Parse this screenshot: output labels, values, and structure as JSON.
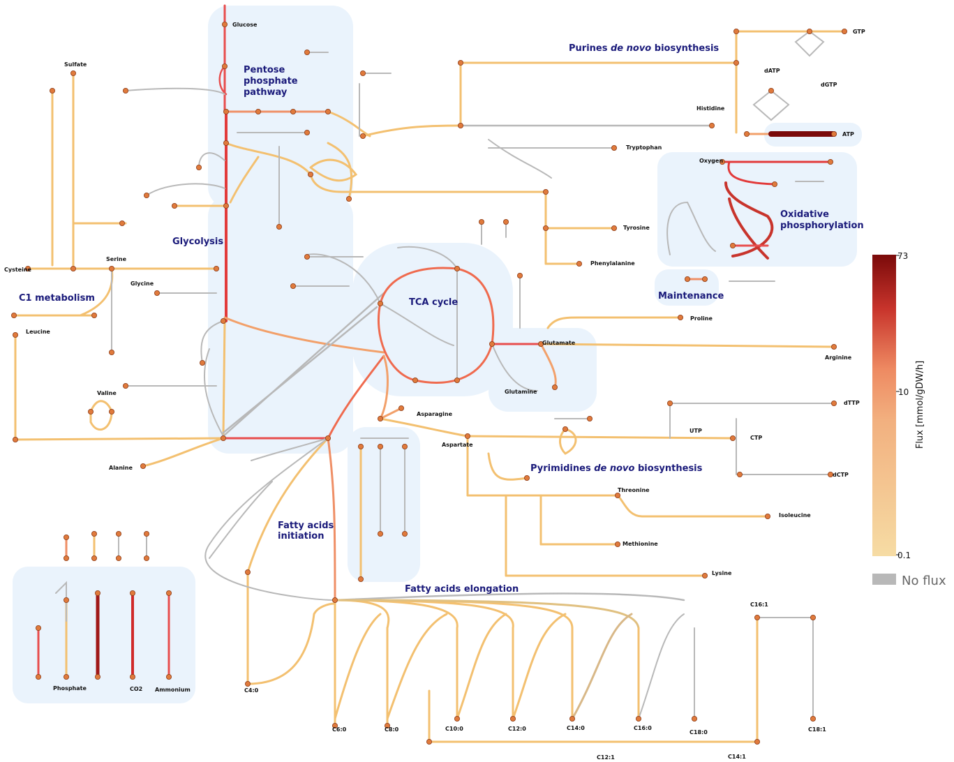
{
  "colors": {
    "region": "#eaf3fc",
    "flux_low": "#f3d79a",
    "flux_mid": "#ef8f66",
    "flux_high": "#e23a3a",
    "flux_max": "#7a0a0a",
    "no_flux": "#b8b8b8",
    "label_blue": "#1a1a7a"
  },
  "regions": {
    "ppp": "Pentose phosphate pathway",
    "ppp_lines": [
      "Pentose",
      "phosphate",
      "pathway"
    ],
    "glycolysis": "Glycolysis",
    "tca": "TCA cycle",
    "c1": "C1 metabolism",
    "purines": "Purines de novo biosynthesis",
    "purines_a": "Purines ",
    "purines_b": "de novo",
    "purines_c": " biosynthesis",
    "oxphos_lines": [
      "Oxidative",
      "phosphorylation"
    ],
    "maintenance": "Maintenance",
    "pyrimidines_a": "Pyrimidines ",
    "pyrimidines_b": "de novo",
    "pyrimidines_c": " biosynthesis",
    "fa_init_lines": [
      "Fatty acids",
      "initiation"
    ],
    "fa_elong": "Fatty acids elongation"
  },
  "metabolites": {
    "glucose": "Glucose",
    "sulfate": "Sulfate",
    "cysteine": "Cysteine",
    "serine": "Serine",
    "glycine": "Glycine",
    "leucine": "Leucine",
    "valine": "Valine",
    "alanine": "Alanine",
    "histidine": "Histidine",
    "tryptophan": "Tryptophan",
    "tyrosine": "Tyrosine",
    "phenylalanine": "Phenylalanine",
    "gtp": "GTP",
    "datp": "dATP",
    "dgtp": "dGTP",
    "atp": "ATP",
    "oxygen": "Oxygen",
    "proline": "Proline",
    "glutamate": "Glutamate",
    "glutamine": "Glutamine",
    "arginine": "Arginine",
    "asparagine": "Asparagine",
    "aspartate": "Aspartate",
    "dttp": "dTTP",
    "utp": "UTP",
    "ctp": "CTP",
    "dctp": "dCTP",
    "threonine": "Threonine",
    "isoleucine": "Isoleucine",
    "methionine": "Methionine",
    "lysine": "Lysine",
    "phosphate": "Phosphate",
    "co2": "CO2",
    "ammonium": "Ammonium",
    "c4": "C4:0",
    "c6": "C6:0",
    "c8": "C8:0",
    "c10": "C10:0",
    "c12": "C12:0",
    "c14": "C14:0",
    "c16": "C16:0",
    "c18": "C18:0",
    "c12_1": "C12:1",
    "c14_1": "C14:1",
    "c16_1": "C16:1",
    "c18_1": "C18:1"
  },
  "legend": {
    "title": "Flux [mmol/gDW/h]",
    "scale": "log",
    "ticks": [
      "73",
      "10",
      "0.1"
    ],
    "max": 73,
    "mid": 10,
    "min": 0.1,
    "no_flux_label": "No flux"
  }
}
